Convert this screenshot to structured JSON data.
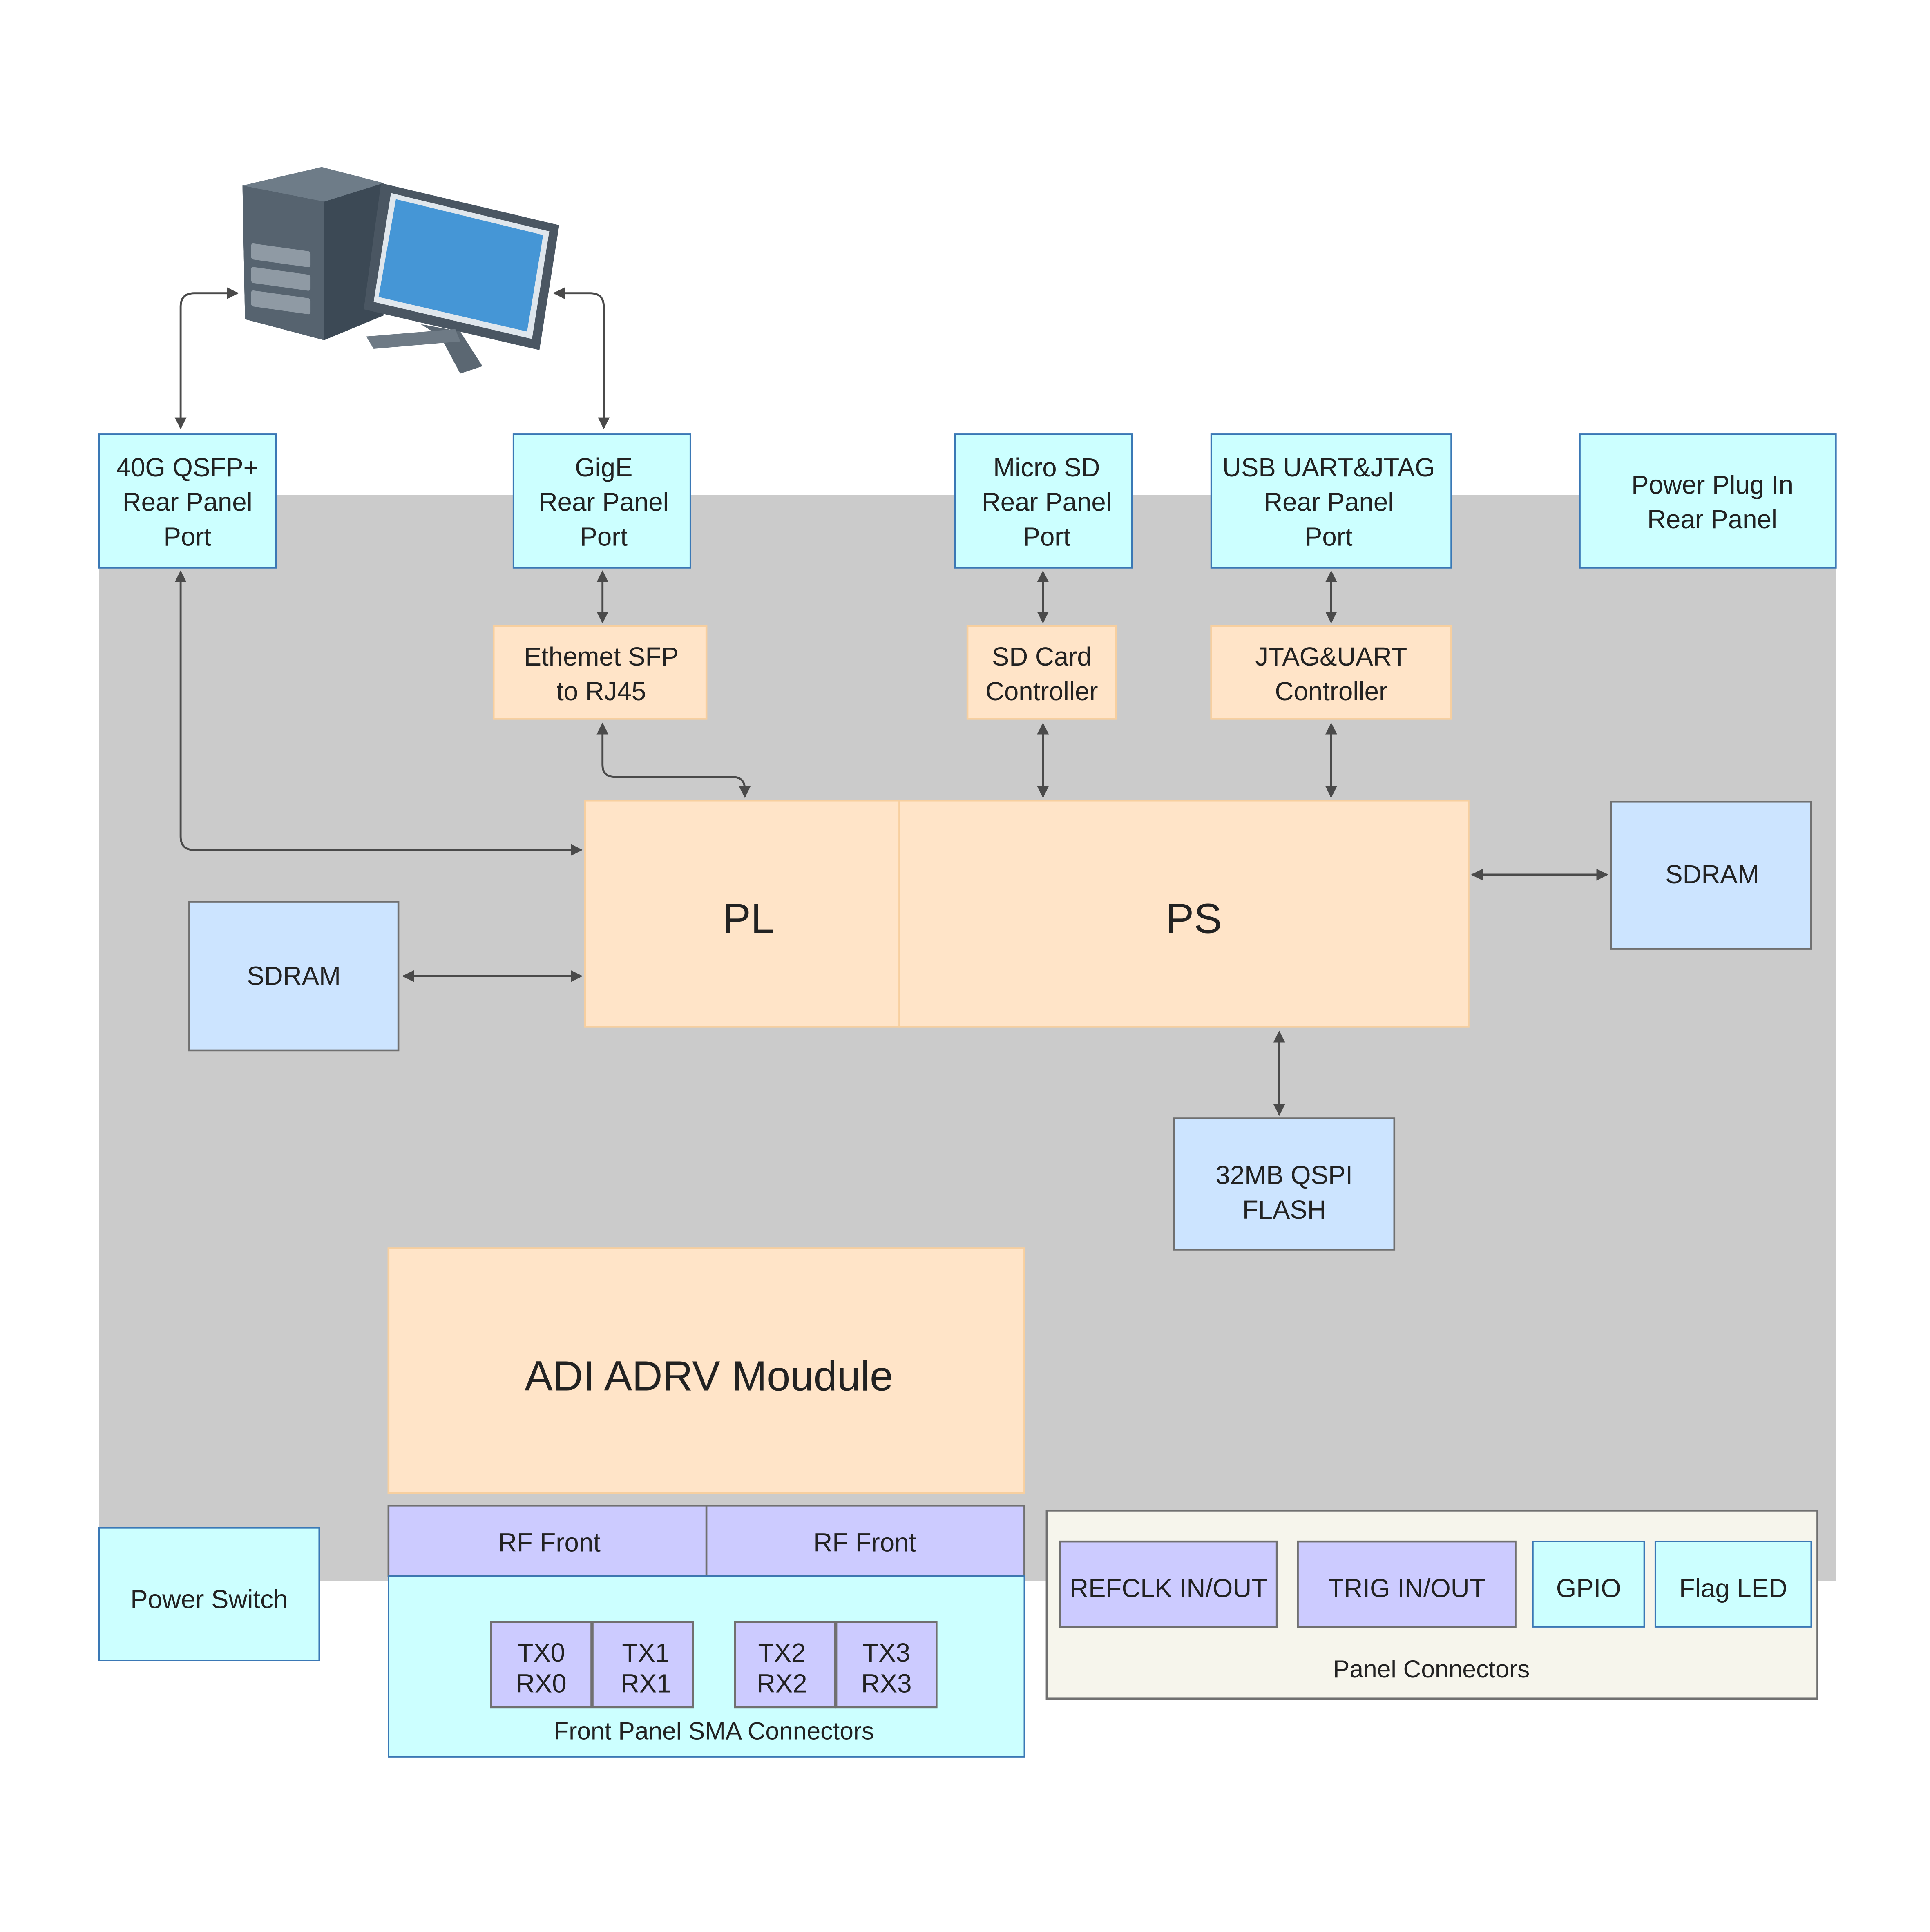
{
  "colors": {
    "board_bg": "#cbcbcb",
    "port_fill": "#ccffff",
    "port_stroke": "#3a78b5",
    "controller_fill": "#ffe4c8",
    "controller_stroke": "#f7cf9f",
    "memory_fill": "#cce4ff",
    "memory_stroke": "#707070",
    "rf_fill": "#cccbff",
    "panel_fill": "#f6f5ec",
    "arrow": "#4a4a4a"
  },
  "ports": {
    "qsfp": [
      "40G QSFP+",
      "Rear Panel",
      "Port"
    ],
    "gige": [
      "GigE",
      "Rear Panel",
      "Port"
    ],
    "microsd": [
      "Micro SD",
      "Rear Panel",
      "Port"
    ],
    "usb": [
      "USB UART&JTAG",
      "Rear Panel",
      "Port"
    ],
    "power_plug": [
      "Power Plug In",
      "Rear Panel"
    ]
  },
  "controllers": {
    "ethernet": [
      "Ethemet SFP",
      "to RJ45"
    ],
    "sdcard": [
      "SD Card",
      "Controller"
    ],
    "jtag": [
      "JTAG&UART",
      "Controller"
    ]
  },
  "core": {
    "pl": "PL",
    "ps": "PS"
  },
  "memory": {
    "sdram_left": "SDRAM",
    "sdram_right": "SDRAM",
    "flash": [
      "32MB QSPI",
      "FLASH"
    ]
  },
  "adrv": {
    "label": "ADI ADRV Moudule"
  },
  "rf": {
    "front_a": "RF Front",
    "front_b": "RF Front"
  },
  "sma": {
    "channels": [
      [
        "TX0",
        "RX0"
      ],
      [
        "TX1",
        "RX1"
      ],
      [
        "TX2",
        "RX2"
      ],
      [
        "TX3",
        "RX3"
      ]
    ],
    "label": "Front Panel SMA Connectors"
  },
  "power_switch": "Power Switch",
  "panel": {
    "refclk": "REFCLK IN/OUT",
    "trig": "TRIG IN/OUT",
    "gpio": "GPIO",
    "flag_led": "Flag LED",
    "label": "Panel Connectors"
  },
  "icons": {
    "computer": "desktop-computer-icon"
  }
}
